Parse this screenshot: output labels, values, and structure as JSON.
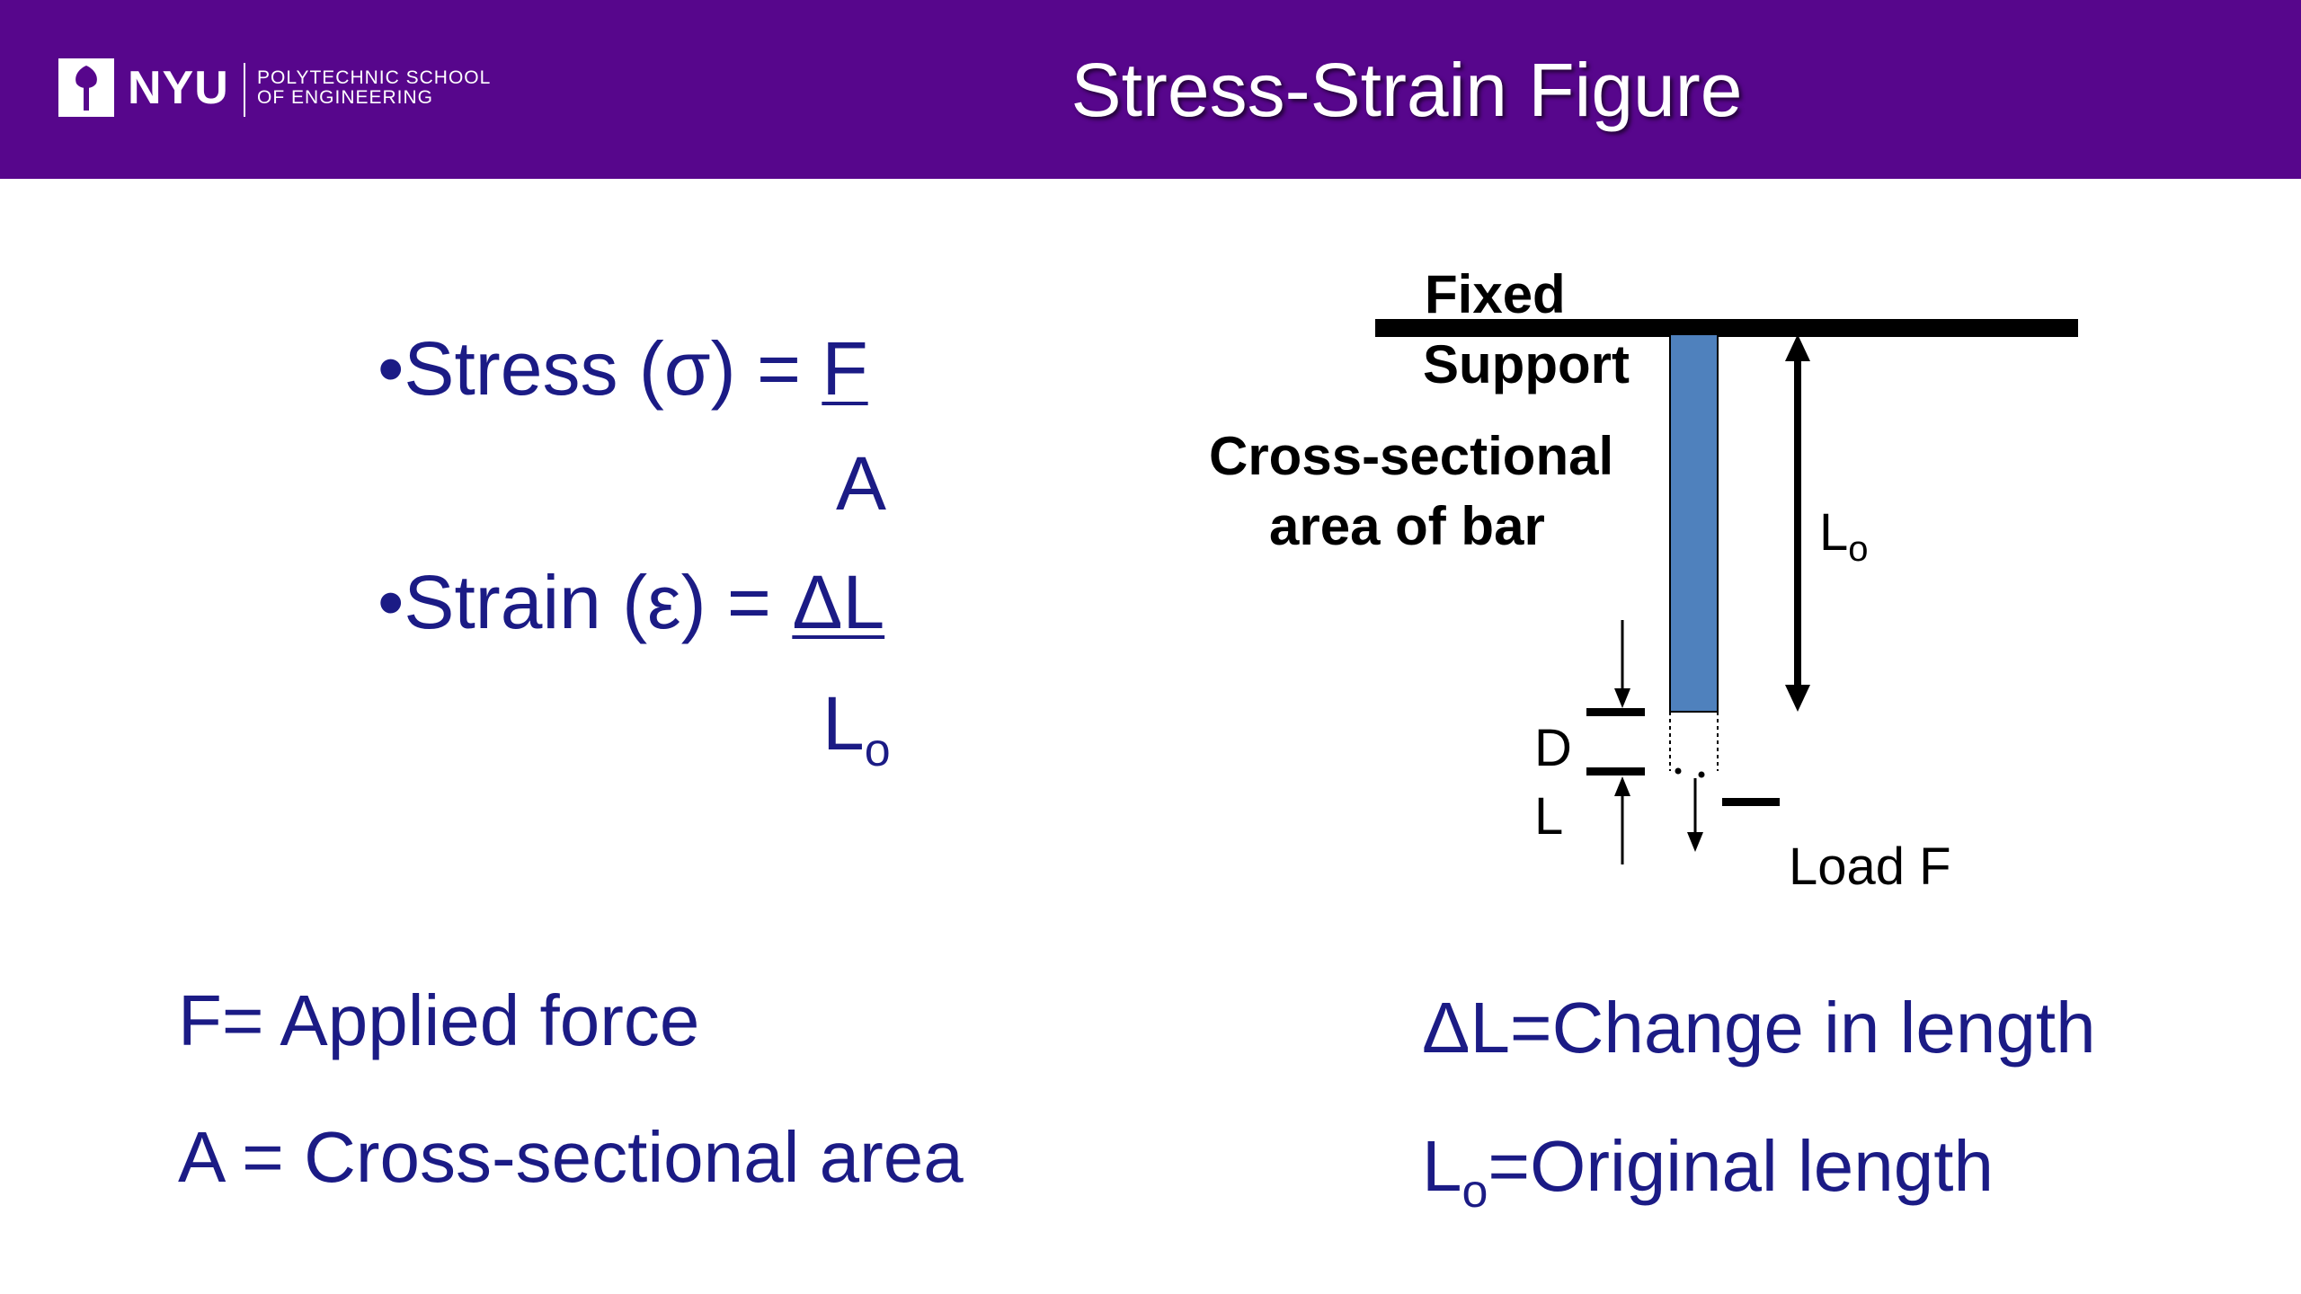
{
  "header": {
    "logo_text": "NYU",
    "logo_subtitle": [
      "POLYTECHNIC SCHOOL",
      "OF ENGINEERING"
    ],
    "title": "Stress-Strain Figure",
    "background_color": "#57068c"
  },
  "formulas": {
    "stress": {
      "bullet": "•",
      "label": "Stress (σ) = ",
      "numerator": "F",
      "denominator": "A"
    },
    "strain": {
      "bullet": "•",
      "label": "Strain (ε) = ",
      "numerator": "ΔL",
      "denominator_main": "L",
      "denominator_sub": "o"
    }
  },
  "definitions": {
    "force": "F= Applied force",
    "area": "A = Cross-sectional area",
    "delta_l": "ΔL=Change in length",
    "original_length_main": "L",
    "original_length_sub": "o",
    "original_length_rest": "=Original length"
  },
  "diagram": {
    "fixed_support": [
      "Fixed",
      "Support"
    ],
    "cross_section": [
      "Cross-sectional",
      "area of bar"
    ],
    "length_main": "L",
    "length_sub": "o",
    "delta_d": "D",
    "delta_l": "L",
    "load": "Load F",
    "bar_color": "#4f81bd"
  },
  "text_color": "#1b1b85"
}
